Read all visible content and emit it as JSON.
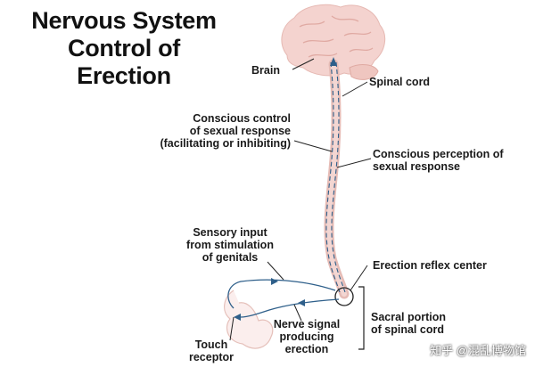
{
  "title": {
    "line1": "Nervous System",
    "line2": "Control of",
    "line3": "Erection"
  },
  "labels": {
    "brain": "Brain",
    "spinal_cord": "Spinal cord",
    "conscious_control": [
      "Conscious control",
      "of sexual response",
      "(facilitating or inhibiting)"
    ],
    "conscious_perception": [
      "Conscious perception of",
      "sexual response"
    ],
    "sensory_input": [
      "Sensory input",
      "from stimulation",
      "of genitals"
    ],
    "reflex_center": "Erection reflex center",
    "sacral_portion": [
      "Sacral portion",
      "of spinal cord"
    ],
    "nerve_signal": [
      "Nerve signal",
      "producing",
      "erection"
    ],
    "touch_receptor": [
      "Touch",
      "receptor"
    ]
  },
  "watermark": "知乎 @混乱博物馆",
  "colors": {
    "brain_fill": "#f4d3cf",
    "cord_fill": "#ecc7c2",
    "nerve": "#2e5f8a",
    "leader": "#222222"
  }
}
